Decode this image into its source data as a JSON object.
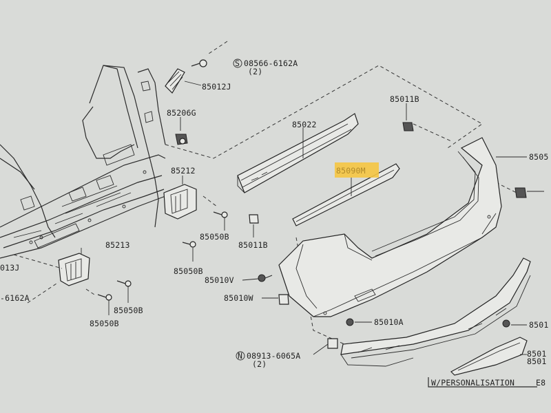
{
  "labels": {
    "p_08566": "08566-6162A",
    "p_08566_qty": "(2)",
    "p_85012J": "85012J",
    "p_85206G": "85206G",
    "p_85212": "85212",
    "p_85213": "85213",
    "p_85050B_a": "85050B",
    "p_85050B_b": "85050B",
    "p_85050B_c": "85050B",
    "p_85050B_d": "85050B",
    "p_85022": "85022",
    "p_85011B_a": "85011B",
    "p_85011B_b": "85011B",
    "p_85090M": "85090M",
    "p_8505": "8505",
    "p_85010V": "85010V",
    "p_85010W": "85010W",
    "p_85010A": "85010A",
    "p_08913": "08913-6065A",
    "p_08913_qty": "(2)",
    "p_8501_a": "8501",
    "p_8501_b": "8501",
    "p_8501_c": "8501",
    "p_013J": "013J",
    "p_6162A": "-6162A",
    "note_personalisation": "W/PERSONALISATION",
    "note_e8": "E8"
  },
  "symbols": {
    "s_circle": "S",
    "n_circle": "N"
  },
  "colors": {
    "highlight": "#f5c542",
    "line": "#2a2a2a",
    "background": "#d9dbd8"
  }
}
